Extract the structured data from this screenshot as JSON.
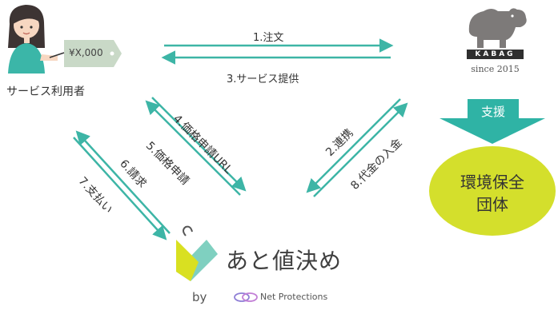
{
  "colors": {
    "arrow": "#3db5a6",
    "support_arrow": "#2fb3a5",
    "org_circle": "#d4df2c",
    "logo_green": "#7fd0c0",
    "logo_yellow": "#d9e021",
    "tag": "#c9d9c7",
    "hippo": "#7d7a79"
  },
  "user": {
    "label": "サービス利用者",
    "price_tag": "¥X,000"
  },
  "flows": {
    "order": "1.注文",
    "provide": "3.サービス提供",
    "price_url": "4.価格申請URL",
    "price_apply": "5.価格申請",
    "invoice": "6.請求",
    "payment": "7.支払い",
    "link": "2.連携",
    "deposit": "8.代金の入金"
  },
  "kabag": {
    "name": "KABAG",
    "since": "since 2015"
  },
  "support": {
    "label": "支援"
  },
  "organization": {
    "line1": "環境保全",
    "line2": "団体"
  },
  "atone": {
    "title": "あと値決め",
    "by": "by",
    "company": "Net Protections"
  }
}
